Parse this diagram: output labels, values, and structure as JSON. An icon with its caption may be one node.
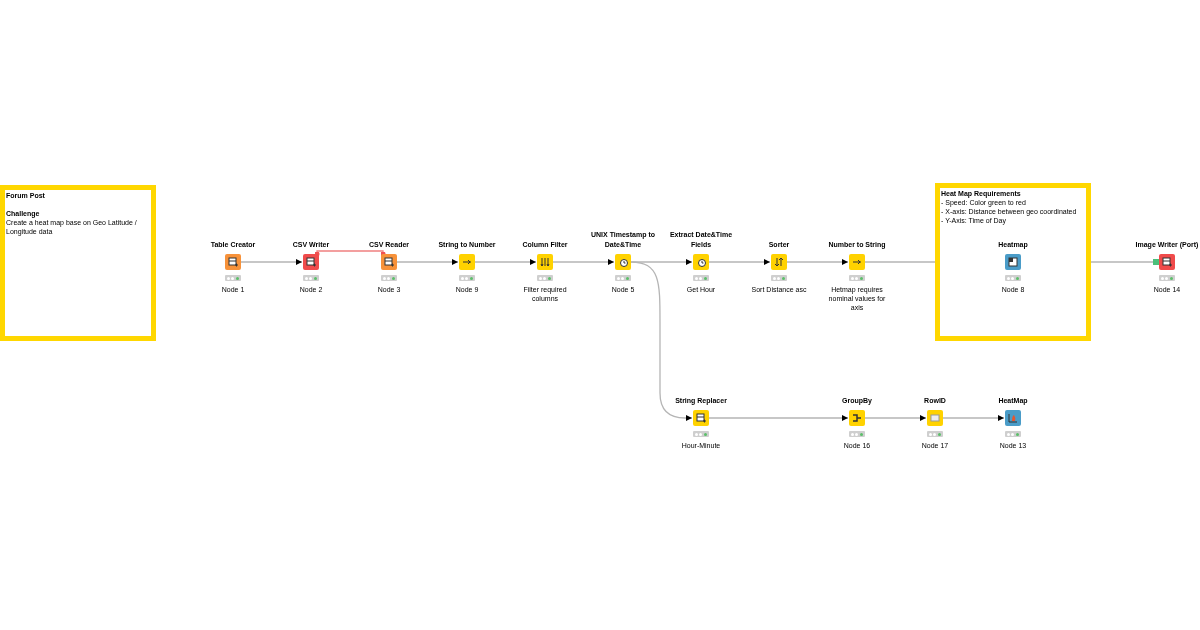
{
  "diagram": {
    "nodes": [
      {
        "text": [
          "Forum Post",
          "Challenge",
          "Create a heat map base on Geo Latitude / Longitude data"
        ]
      },
      {
        "text": [
          "Table Creator"
        ],
        "beside": [
          "Node 1"
        ]
      },
      {
        "text": [
          "CSV Writer"
        ],
        "beside": [
          "Node 2"
        ]
      },
      {
        "text": [
          "CSV Reader"
        ],
        "beside": [
          "Node 3"
        ]
      },
      {
        "text": [
          "String to Number"
        ],
        "beside": [
          "Node 9"
        ]
      },
      {
        "text": [
          "Column Filter"
        ],
        "beside": [
          "Filter required columns"
        ]
      },
      {
        "text": [
          "UNIX Timestamp to Date&Time"
        ],
        "beside": [
          "Node 5"
        ]
      },
      {
        "text": [
          "Extract Date&Time Fields"
        ],
        "beside": [
          "Get Hour"
        ]
      },
      {
        "text": [
          "Sorter"
        ],
        "beside": [
          "Sort Distance asc"
        ]
      },
      {
        "text": [
          "Number to String"
        ],
        "beside": [
          "Hetmap requires nominal values for axis"
        ]
      },
      {
        "text": [
          "Heat Map Requirements",
          "- Speed: Color green to red",
          "- X-axis: Distance between geo coordinated",
          "- Y-Axis: Time of Day"
        ]
      },
      {
        "text": [
          "Heatmap"
        ],
        "beside": [
          "Node 8"
        ],
        "in": 10
      },
      {
        "text": [
          "Image Writer (Port)"
        ],
        "beside": [
          "Node 14"
        ]
      },
      {
        "text": [
          "String Replacer"
        ],
        "beside": [
          "Hour-Minute"
        ]
      },
      {
        "text": [
          "GroupBy"
        ],
        "beside": [
          "Node 16"
        ]
      },
      {
        "text": [
          "RowID"
        ],
        "beside": [
          "Node 17"
        ]
      },
      {
        "text": [
          "HeatMap"
        ],
        "beside": [
          "Node 13"
        ]
      }
    ],
    "edges": [
      {
        "from": 1,
        "to": 2,
        "arrow": "to"
      },
      {
        "from": 2,
        "to": 3,
        "arrow": "other",
        "color": "#f08080"
      },
      {
        "from": 3,
        "to": 4,
        "arrow": "to"
      },
      {
        "from": 4,
        "to": 5,
        "arrow": "to"
      },
      {
        "from": 5,
        "to": 6,
        "arrow": "to"
      },
      {
        "from": 6,
        "to": 7,
        "arrow": "to"
      },
      {
        "from": 7,
        "to": 8,
        "arrow": "to"
      },
      {
        "from": 8,
        "to": 9,
        "arrow": "to"
      },
      {
        "from": 9,
        "to": 11,
        "arrow": "to"
      },
      {
        "from": 11,
        "to": 12,
        "arrow": "other"
      },
      {
        "from": 6,
        "to": 13,
        "arrow": "to"
      },
      {
        "from": 13,
        "to": 14,
        "arrow": "to"
      },
      {
        "from": 14,
        "to": 15,
        "arrow": "to"
      },
      {
        "from": 15,
        "to": 16,
        "arrow": "to"
      }
    ]
  }
}
